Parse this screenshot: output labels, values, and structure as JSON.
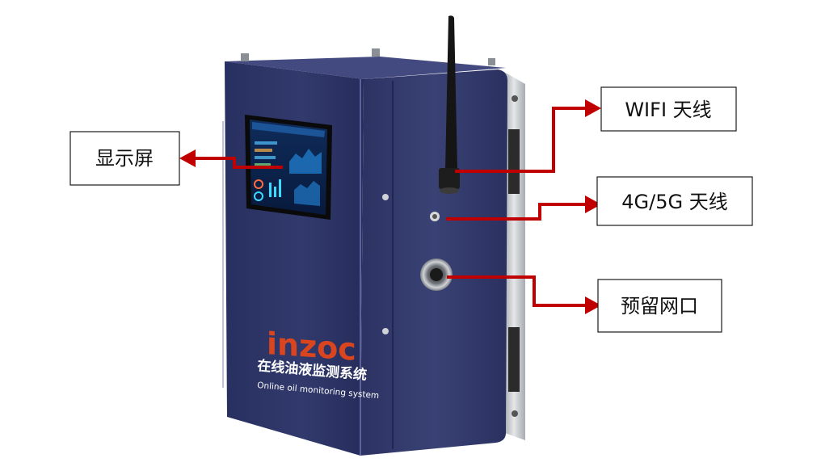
{
  "device": {
    "brand": "inzoc",
    "title_cn": "在线油液监测系统",
    "subtitle_en": "Online oil monitoring system"
  },
  "callouts": {
    "display": "显示屏",
    "wifi": "WIFI 天线",
    "cellular": "4G/5G 天线",
    "port": "预留网口"
  },
  "colors": {
    "arrow": "#c00000",
    "housing_front": "#2f3566",
    "housing_side": "#353c6e",
    "brand_accent": "#d9451f"
  },
  "icons": [
    "antenna-icon",
    "connector-port-icon",
    "mounting-bracket-icon",
    "screw-icon"
  ]
}
